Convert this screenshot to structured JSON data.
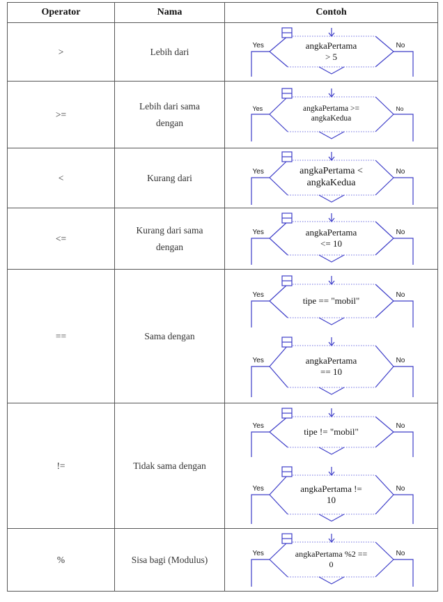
{
  "table": {
    "headers": {
      "operator": "Operator",
      "name": "Nama",
      "example": "Contoh"
    },
    "rows": [
      {
        "operator": ">",
        "name": "Lebih dari",
        "examples": [
          {
            "condition": "angkaPertama\n> 5",
            "yes": "Yes",
            "no": "No"
          }
        ]
      },
      {
        "operator": ">=",
        "name": "Lebih dari sama\ndengan",
        "examples": [
          {
            "condition": "angkaPertama >=\nangkaKedua",
            "yes": "Yes",
            "no": "No"
          }
        ]
      },
      {
        "operator": "<",
        "name": "Kurang dari",
        "examples": [
          {
            "condition": "angkaPertama <\nangkaKedua",
            "yes": "Yes",
            "no": "No"
          }
        ]
      },
      {
        "operator": "<=",
        "name": "Kurang dari sama\ndengan",
        "examples": [
          {
            "condition": "angkaPertama\n<= 10",
            "yes": "Yes",
            "no": "No"
          }
        ]
      },
      {
        "operator": "==",
        "name": "Sama dengan",
        "examples": [
          {
            "condition": "tipe == \"mobil\"",
            "yes": "Yes",
            "no": "No"
          },
          {
            "condition": "angkaPertama\n== 10",
            "yes": "Yes",
            "no": "No"
          }
        ]
      },
      {
        "operator": "!=",
        "name": "Tidak sama dengan",
        "examples": [
          {
            "condition": "tipe != \"mobil\"",
            "yes": "Yes",
            "no": "No"
          },
          {
            "condition": "angkaPertama !=\n10",
            "yes": "Yes",
            "no": "No"
          }
        ]
      },
      {
        "operator": "%",
        "name": "Sisa bagi (Modulus)",
        "examples": [
          {
            "condition": "angkaPertama %2 ==\n0",
            "yes": "Yes",
            "no": "No"
          }
        ]
      }
    ]
  },
  "colors": {
    "flow": "#3c3cc8",
    "dotted": "#6e6ee0",
    "border": "#555555"
  }
}
